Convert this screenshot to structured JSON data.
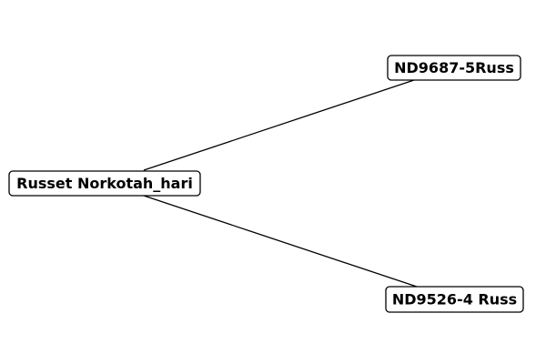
{
  "diagram": {
    "nodes": [
      {
        "id": "root",
        "label": "Russet Norkotah_hari"
      },
      {
        "id": "child1",
        "label": "ND9687-5Russ"
      },
      {
        "id": "child2",
        "label": "ND9526-4 Russ"
      }
    ],
    "edges": [
      {
        "from": "root",
        "to": "child1"
      },
      {
        "from": "root",
        "to": "child2"
      }
    ]
  }
}
